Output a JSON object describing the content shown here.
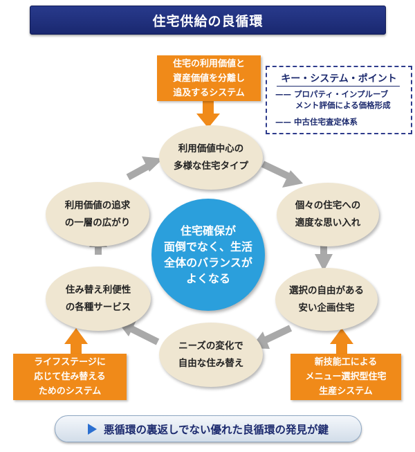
{
  "title": "住宅供給の良循環",
  "center": {
    "lines": [
      "住宅確保が",
      "面倒でなく、生活",
      "全体のバランスが",
      "よくなる"
    ]
  },
  "cycle": [
    {
      "id": "top",
      "lines": [
        "利用価値中心の",
        "多様な住宅タイプ"
      ]
    },
    {
      "id": "upper-right",
      "lines": [
        "個々の住宅への",
        "適度な思い入れ"
      ]
    },
    {
      "id": "lower-right",
      "lines": [
        "選択の自由がある",
        "安い企画住宅"
      ]
    },
    {
      "id": "bottom",
      "lines": [
        "ニーズの変化で",
        "自由な住み替え"
      ]
    },
    {
      "id": "lower-left",
      "lines": [
        "住み替え利便性",
        "の各種サービス"
      ]
    },
    {
      "id": "upper-left",
      "lines": [
        "利用価値の追求",
        "の一層の広がり"
      ]
    }
  ],
  "inputs": {
    "top": [
      "住宅の利用価値と",
      "資産価値を分離し",
      "追及するシステム"
    ],
    "left": [
      "ライフステージに",
      "応じて住み替える",
      "ためのシステム"
    ],
    "right": [
      "新技能工による",
      "メニュー選択型住宅",
      "生産システム"
    ]
  },
  "key_points": {
    "heading": "キー・システム・ポイント",
    "items": [
      {
        "dash": "——",
        "lines": [
          "プロパティ・インプルーブ",
          "メント評価による価格形成"
        ]
      },
      {
        "dash": "——",
        "lines": [
          "中古住宅査定体系"
        ]
      }
    ]
  },
  "footer": "悪循環の裏返しでない優れた良循環の発見が鍵",
  "colors": {
    "title_bg": "#22337f",
    "orange": "#f08a19",
    "center_blue": "#2b9fdc",
    "ellipse": "#efe6d1",
    "arrow_gray": "#a9a9a9"
  }
}
